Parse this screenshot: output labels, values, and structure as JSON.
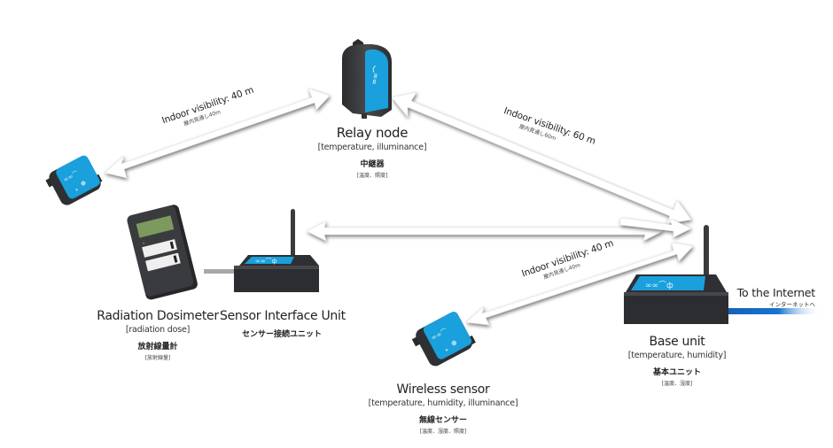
{
  "title": "Wireless sensor network diagram",
  "colors": {
    "device_body": "#3a3b3e",
    "device_panel": "#1aa0dc",
    "arrow": "#ffffff",
    "internet_line": "#1560b8"
  },
  "devices": {
    "relay_node": {
      "name": "Relay node",
      "sensors": "[temperature, illuminance]",
      "name_ja": "中継器",
      "sensors_ja": "[温度、照度]",
      "icon": "relay-node-icon"
    },
    "radiation_dosimeter": {
      "name": "Radiation Dosimeter",
      "sensors": "[radiation dose]",
      "name_ja": "放射線量計",
      "sensors_ja": "[放射線量]",
      "icon": "dosimeter-icon"
    },
    "sensor_interface_unit": {
      "name": "Sensor Interface Unit",
      "name_ja": "センサー接続ユニット",
      "icon": "router-icon"
    },
    "wireless_sensor": {
      "name": "Wireless sensor",
      "sensors": "[temperature, humidity, illuminance]",
      "name_ja": "無線センサー",
      "sensors_ja": "[温度、湿度、照度]",
      "icon": "wireless-sensor-icon"
    },
    "base_unit": {
      "name": "Base unit",
      "sensors": "[temperature, humidity]",
      "name_ja": "基本ユニット",
      "sensors_ja": "[温度、湿度]",
      "icon": "base-unit-icon"
    },
    "left_sensor": {
      "icon": "wireless-sensor-icon"
    }
  },
  "links": {
    "sensor_to_relay": {
      "label": "Indoor visibility: 40 m",
      "label_ja": "屋内見通し40m"
    },
    "relay_to_base": {
      "label": "Indoor visibility: 60 m",
      "label_ja": "屋内見通し60m"
    },
    "sensor_to_base": {
      "label": "Indoor visibility: 40 m",
      "label_ja": "屋内見通し40m"
    },
    "interface_to_base": {
      "label": ""
    }
  },
  "internet": {
    "label": "To the Internet",
    "label_ja": "インターネットへ"
  }
}
